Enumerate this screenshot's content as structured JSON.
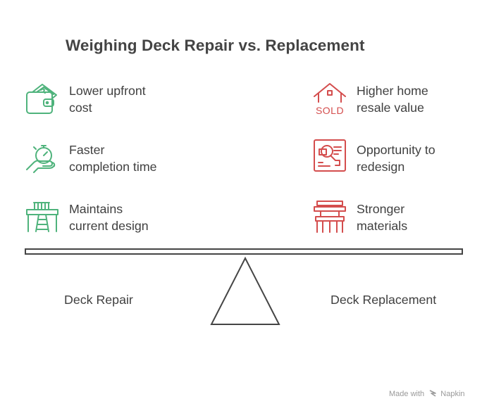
{
  "title": "Weighing Deck Repair vs. Replacement",
  "left": {
    "label": "Deck Repair",
    "color": "#4fb37c",
    "items": [
      {
        "lines": [
          "Lower upfront",
          "cost"
        ],
        "icon": "wallet-cash-icon"
      },
      {
        "lines": [
          "Faster",
          "completion time"
        ],
        "icon": "hand-stopwatch-icon"
      },
      {
        "lines": [
          "Maintains",
          "current design"
        ],
        "icon": "deck-stairs-icon"
      }
    ]
  },
  "right": {
    "label": "Deck Replacement",
    "color": "#d44d4d",
    "items": [
      {
        "lines": [
          "Higher home",
          "resale value"
        ],
        "icon": "house-sold-icon",
        "icon_text": "SOLD"
      },
      {
        "lines": [
          "Opportunity to",
          "redesign"
        ],
        "icon": "blueprint-magnifier-icon"
      },
      {
        "lines": [
          "Stronger",
          "materials"
        ],
        "icon": "deck-railing-icon"
      }
    ]
  },
  "footer": {
    "prefix": "Made with",
    "brand": "Napkin"
  }
}
